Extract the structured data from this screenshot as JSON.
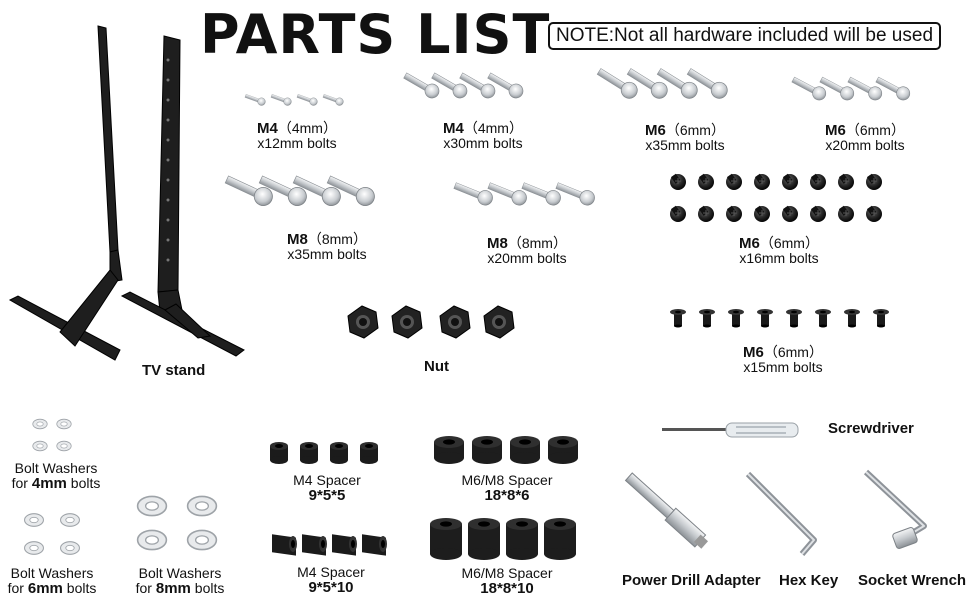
{
  "header": {
    "title": "PARTS LIST",
    "note": "NOTE:Not all hardware included will be used"
  },
  "parts": {
    "m4_12": {
      "size": "M4",
      "dim": "（4mm）",
      "length": "x12mm bolts"
    },
    "m4_30": {
      "size": "M4",
      "dim": "（4mm）",
      "length": "x30mm bolts"
    },
    "m6_35": {
      "size": "M6",
      "dim": "（6mm）",
      "length": "x35mm bolts"
    },
    "m6_20": {
      "size": "M6",
      "dim": "（6mm）",
      "length": "x20mm bolts"
    },
    "m8_35": {
      "size": "M8",
      "dim": "（8mm）",
      "length": "x35mm bolts"
    },
    "m8_20": {
      "size": "M8",
      "dim": "（8mm）",
      "length": "x20mm bolts"
    },
    "m6_16": {
      "size": "M6",
      "dim": "（6mm）",
      "length": "x16mm bolts"
    },
    "m6_15": {
      "size": "M6",
      "dim": "（6mm）",
      "length": "x15mm bolts"
    },
    "tv_stand": "TV stand",
    "nut": "Nut",
    "washer4": {
      "line1": "Bolt Washers",
      "line2a": "for ",
      "line2b": "4mm",
      "line2c": " bolts"
    },
    "washer6": {
      "line1": "Bolt Washers",
      "line2a": "for ",
      "line2b": "6mm",
      "line2c": " bolts"
    },
    "washer8": {
      "line1": "Bolt Washers",
      "line2a": "for ",
      "line2b": "8mm",
      "line2c": " bolts"
    },
    "m4_spacer5": {
      "name": "M4 Spacer",
      "dims": "9*5*5"
    },
    "m4_spacer10": {
      "name": "M4 Spacer",
      "dims": "9*5*10"
    },
    "m6_spacer6": {
      "name": "M6/M8 Spacer",
      "dims": "18*8*6"
    },
    "m6_spacer10": {
      "name": "M6/M8 Spacer",
      "dims": "18*8*10"
    },
    "screwdriver": "Screwdriver",
    "drill_adapter": "Power Drill Adapter",
    "hex_key": "Hex Key",
    "socket_wrench": "Socket Wrench"
  },
  "colors": {
    "metal": "#c9ccd0",
    "metal_dark": "#8e9399",
    "black_part": "#1c1c1c"
  }
}
